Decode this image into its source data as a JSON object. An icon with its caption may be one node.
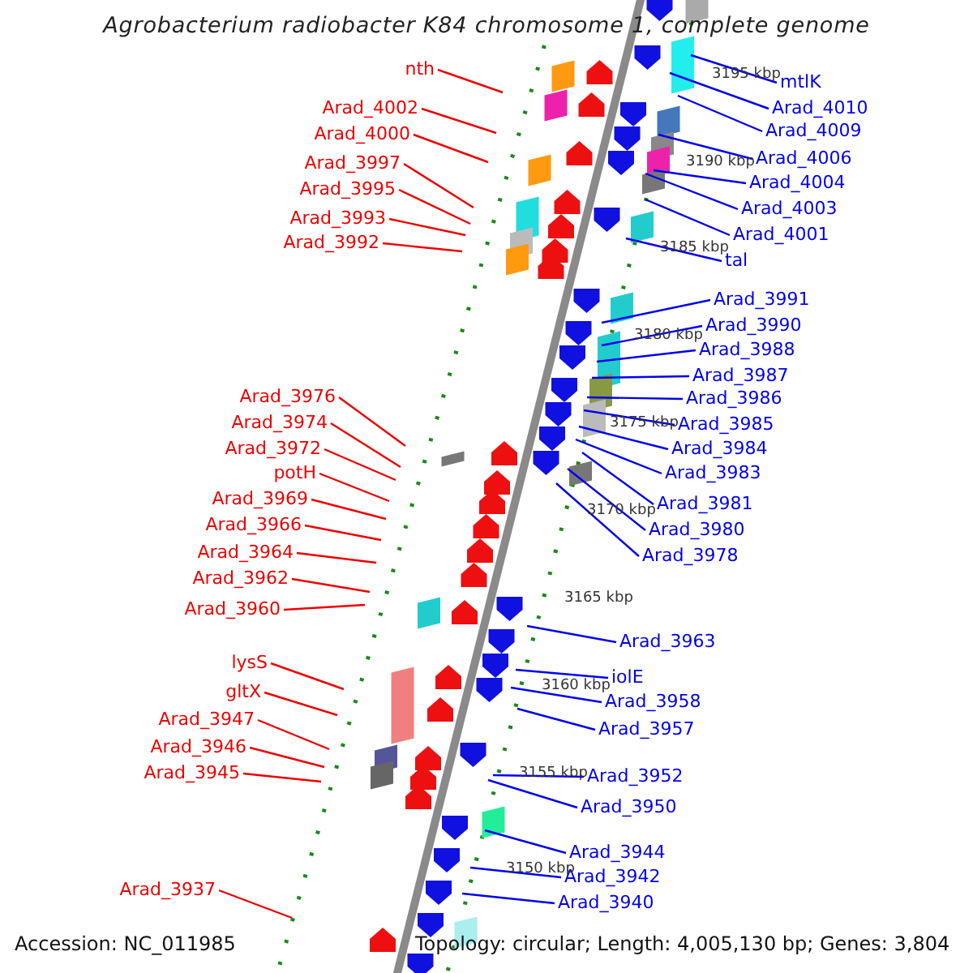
{
  "diagram": {
    "title": "Agrobacterium radiobacter K84 chromosome 1, complete genome",
    "nodes": [
      {
        "text": [
          "nth"
        ]
      },
      {
        "text": [
          "Arad_4002"
        ]
      },
      {
        "text": [
          "Arad_4000"
        ]
      },
      {
        "text": [
          "Arad_3997"
        ]
      },
      {
        "text": [
          "Arad_3995"
        ]
      },
      {
        "text": [
          "Arad_3993"
        ]
      },
      {
        "text": [
          "Arad_3992"
        ]
      },
      {
        "text": [
          "Arad_3976"
        ]
      },
      {
        "text": [
          "Arad_3974"
        ]
      },
      {
        "text": [
          "Arad_3972"
        ]
      },
      {
        "text": [
          "potH"
        ]
      },
      {
        "text": [
          "Arad_3969"
        ]
      },
      {
        "text": [
          "Arad_3966"
        ]
      },
      {
        "text": [
          "Arad_3964"
        ]
      },
      {
        "text": [
          "Arad_3962"
        ]
      },
      {
        "text": [
          "Arad_3960"
        ]
      },
      {
        "text": [
          "lysS"
        ]
      },
      {
        "text": [
          "gltX"
        ]
      },
      {
        "text": [
          "Arad_3947"
        ]
      },
      {
        "text": [
          "Arad_3946"
        ]
      },
      {
        "text": [
          "Arad_3945"
        ]
      },
      {
        "text": [
          "Arad_3937"
        ]
      },
      {
        "text": [
          "mtlK"
        ]
      },
      {
        "text": [
          "Arad_4010"
        ]
      },
      {
        "text": [
          "Arad_4009"
        ]
      },
      {
        "text": [
          "Arad_4006"
        ]
      },
      {
        "text": [
          "Arad_4004"
        ]
      },
      {
        "text": [
          "Arad_4003"
        ]
      },
      {
        "text": [
          "Arad_4001"
        ]
      },
      {
        "text": [
          "tal"
        ]
      },
      {
        "text": [
          "Arad_3991"
        ]
      },
      {
        "text": [
          "Arad_3990"
        ]
      },
      {
        "text": [
          "Arad_3988"
        ]
      },
      {
        "text": [
          "Arad_3987"
        ]
      },
      {
        "text": [
          "Arad_3986"
        ]
      },
      {
        "text": [
          "Arad_3985"
        ]
      },
      {
        "text": [
          "Arad_3984"
        ]
      },
      {
        "text": [
          "Arad_3983"
        ]
      },
      {
        "text": [
          "Arad_3981"
        ]
      },
      {
        "text": [
          "Arad_3980"
        ]
      },
      {
        "text": [
          "Arad_3978"
        ]
      },
      {
        "text": [
          "Arad_3963"
        ]
      },
      {
        "text": [
          "iolE"
        ]
      },
      {
        "text": [
          "Arad_3958"
        ]
      },
      {
        "text": [
          "Arad_3957"
        ]
      },
      {
        "text": [
          "Arad_3952"
        ]
      },
      {
        "text": [
          "Arad_3950"
        ]
      },
      {
        "text": [
          "Arad_3944"
        ]
      },
      {
        "text": [
          "Arad_3942"
        ]
      },
      {
        "text": [
          "Arad_3940"
        ]
      }
    ],
    "edges": [
      {
        "from": 0,
        "to": null,
        "arrow": "none",
        "color": "#ee0000"
      },
      {
        "from": 1,
        "to": null,
        "arrow": "none",
        "color": "#ee0000"
      },
      {
        "from": 2,
        "to": null,
        "arrow": "none",
        "color": "#ee0000"
      },
      {
        "from": 3,
        "to": null,
        "arrow": "none",
        "color": "#ee0000"
      },
      {
        "from": 4,
        "to": null,
        "arrow": "none",
        "color": "#ee0000"
      },
      {
        "from": 5,
        "to": null,
        "arrow": "none",
        "color": "#ee0000"
      },
      {
        "from": 6,
        "to": null,
        "arrow": "none",
        "color": "#ee0000"
      },
      {
        "from": 7,
        "to": null,
        "arrow": "none",
        "color": "#ee0000"
      },
      {
        "from": 8,
        "to": null,
        "arrow": "none",
        "color": "#ee0000"
      },
      {
        "from": 9,
        "to": null,
        "arrow": "none",
        "color": "#ee0000"
      },
      {
        "from": 10,
        "to": null,
        "arrow": "none",
        "color": "#ee0000"
      },
      {
        "from": 11,
        "to": null,
        "arrow": "none",
        "color": "#ee0000"
      },
      {
        "from": 12,
        "to": null,
        "arrow": "none",
        "color": "#ee0000"
      },
      {
        "from": 13,
        "to": null,
        "arrow": "none",
        "color": "#ee0000"
      },
      {
        "from": 14,
        "to": null,
        "arrow": "none",
        "color": "#ee0000"
      },
      {
        "from": 15,
        "to": null,
        "arrow": "none",
        "color": "#ee0000"
      },
      {
        "from": 16,
        "to": null,
        "arrow": "none",
        "color": "#ee0000"
      },
      {
        "from": 17,
        "to": null,
        "arrow": "none",
        "color": "#ee0000"
      },
      {
        "from": 18,
        "to": null,
        "arrow": "none",
        "color": "#ee0000"
      },
      {
        "from": 19,
        "to": null,
        "arrow": "none",
        "color": "#ee0000"
      },
      {
        "from": 20,
        "to": null,
        "arrow": "none",
        "color": "#ee0000"
      },
      {
        "from": 21,
        "to": null,
        "arrow": "none",
        "color": "#ee0000"
      },
      {
        "from": 22,
        "to": null,
        "arrow": "none"
      },
      {
        "from": 23,
        "to": null,
        "arrow": "none"
      },
      {
        "from": 24,
        "to": null,
        "arrow": "none"
      },
      {
        "from": 25,
        "to": null,
        "arrow": "none"
      },
      {
        "from": 26,
        "to": null,
        "arrow": "none"
      },
      {
        "from": 27,
        "to": null,
        "arrow": "none"
      },
      {
        "from": 28,
        "to": null,
        "arrow": "none"
      },
      {
        "from": 29,
        "to": null,
        "arrow": "none"
      },
      {
        "from": 30,
        "to": null,
        "arrow": "none"
      },
      {
        "from": 31,
        "to": null,
        "arrow": "none"
      },
      {
        "from": 32,
        "to": null,
        "arrow": "none"
      },
      {
        "from": 33,
        "to": null,
        "arrow": "none"
      },
      {
        "from": 34,
        "to": null,
        "arrow": "none"
      },
      {
        "from": 35,
        "to": null,
        "arrow": "none"
      },
      {
        "from": 36,
        "to": null,
        "arrow": "none"
      },
      {
        "from": 37,
        "to": null,
        "arrow": "none"
      },
      {
        "from": 38,
        "to": null,
        "arrow": "none"
      },
      {
        "from": 39,
        "to": null,
        "arrow": "none"
      },
      {
        "from": 40,
        "to": null,
        "arrow": "none"
      },
      {
        "from": 41,
        "to": null,
        "arrow": "none"
      },
      {
        "from": 42,
        "to": null,
        "arrow": "none"
      },
      {
        "from": 43,
        "to": null,
        "arrow": "none"
      },
      {
        "from": 44,
        "to": null,
        "arrow": "none"
      },
      {
        "from": 45,
        "to": null,
        "arrow": "none"
      },
      {
        "from": 46,
        "to": null,
        "arrow": "none"
      },
      {
        "from": 47,
        "to": null,
        "arrow": "none"
      },
      {
        "from": 48,
        "to": null,
        "arrow": "none"
      },
      {
        "from": 49,
        "to": null,
        "arrow": "none"
      }
    ],
    "labels": [
      "3195 kbp",
      "3190 kbp",
      "3185 kbp",
      "3180 kbp",
      "3175 kbp",
      "3170 kbp",
      "3165 kbp",
      "3160 kbp",
      "3155 kbp",
      "3150 kbp",
      "Accession: NC_011985",
      "Topology: circular; Length: 4,005,130 bp; Genes: 3,804"
    ]
  }
}
